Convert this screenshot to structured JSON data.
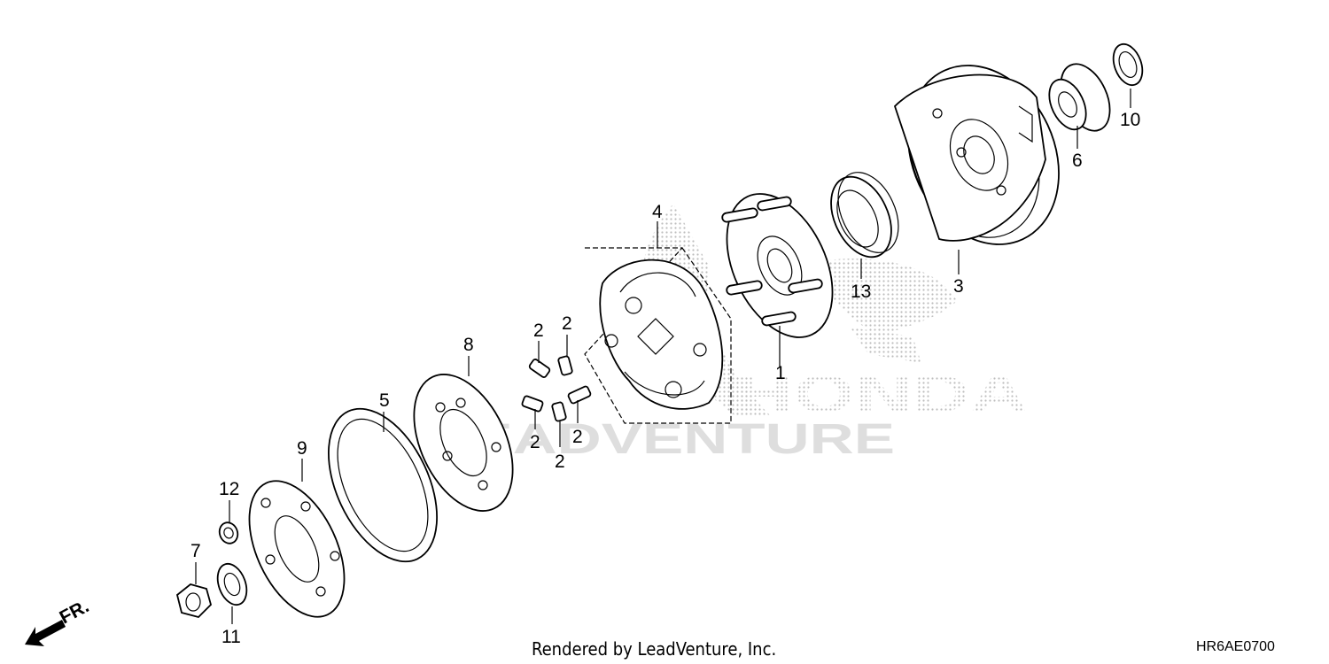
{
  "callouts": {
    "c1": "1",
    "c2a": "2",
    "c2b": "2",
    "c2c": "2",
    "c2d": "2",
    "c2e": "2",
    "c3": "3",
    "c4": "4",
    "c5": "5",
    "c6": "6",
    "c7": "7",
    "c8": "8",
    "c9": "9",
    "c10": "10",
    "c11": "11",
    "c12": "12",
    "c13": "13"
  },
  "direction_label": "FR.",
  "footer": {
    "rendered_by": "Rendered by LeadVenture, Inc.",
    "diagram_code": "HR6AE0700"
  },
  "watermark": {
    "brand": "HONDA",
    "vendor": "LEADVENTURE"
  },
  "colors": {
    "line": "#000000",
    "watermark": "#d9d9d9"
  },
  "icons": {
    "direction_arrow": "front-arrow-icon"
  }
}
